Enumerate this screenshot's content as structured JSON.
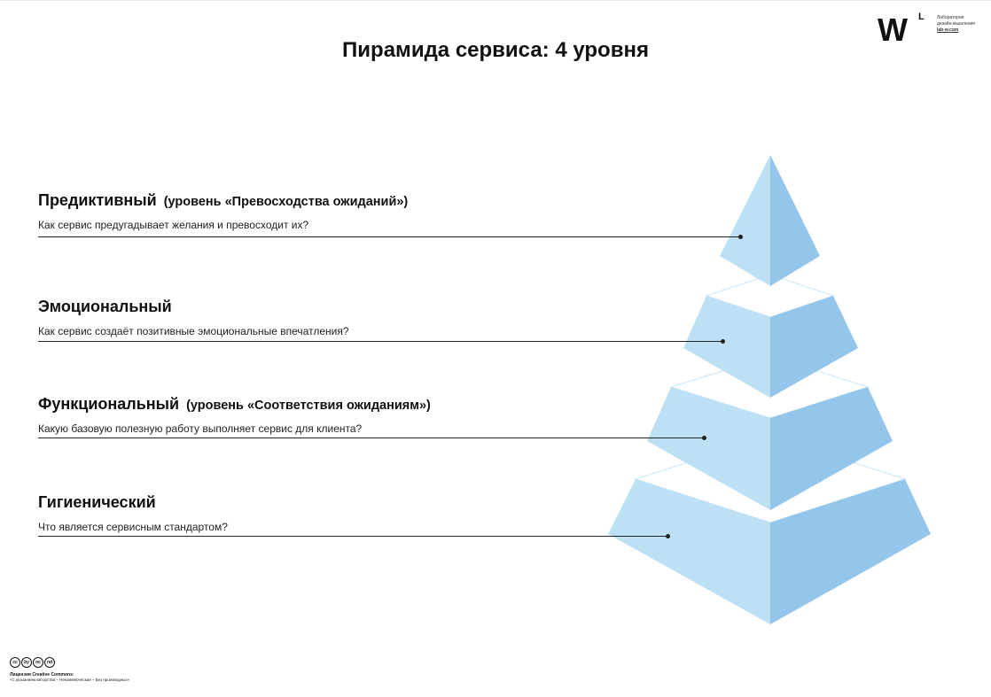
{
  "title": "Пирамида сервиса: 4 уровня",
  "logo": {
    "mark": "W",
    "superscript": "L",
    "line1": "Лаборатория",
    "line2": "дизайн-мышления",
    "url": "lab-w.com"
  },
  "levels": [
    {
      "name": "Предиктивный",
      "note": "(уровень «Превосходства ожиданий»)",
      "question": "Как сервис предугадывает желания и превосходит их?"
    },
    {
      "name": "Эмоциональный",
      "note": "",
      "question": "Как сервис создаёт позитивные эмоциональные впечатления?"
    },
    {
      "name": "Функциональный",
      "note": "(уровень «Соответствия ожиданиям»)",
      "question": "Какую базовую полезную работу выполняет сервис для клиента?"
    },
    {
      "name": "Гигиенический",
      "note": "",
      "question": "Что является сервисным стандартом?"
    }
  ],
  "colors": {
    "face_left": "#bde0f5",
    "face_right": "#94c5eb",
    "cap": "#ffffff",
    "cap_edge": "#c9e5f7"
  },
  "license": {
    "icons": [
      "cc",
      "by",
      "nc",
      "nd"
    ],
    "title": "Лицензия Creative Commons:",
    "description": "«С указанием авторства – Некоммерческая – Без производных»"
  }
}
